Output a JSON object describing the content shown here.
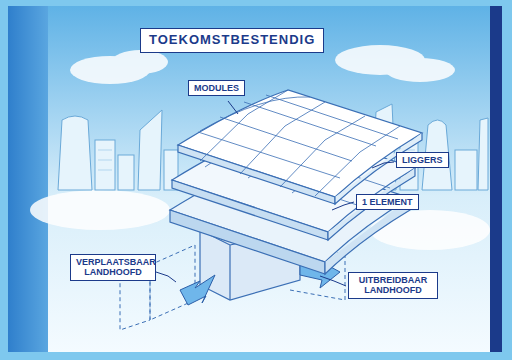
{
  "diagram": {
    "title": "TOEKOMSTBESTENDIG",
    "nodes": [
      {
        "text": [
          "MODULES"
        ]
      },
      {
        "text": [
          "LIGGERS"
        ]
      },
      {
        "text": [
          "1 ELEMENT"
        ]
      },
      {
        "text": [
          "VERPLAATSBAAR LANDHOOFD"
        ]
      },
      {
        "text": [
          "UITBREIDBAAR LANDHOOFD"
        ]
      }
    ]
  }
}
